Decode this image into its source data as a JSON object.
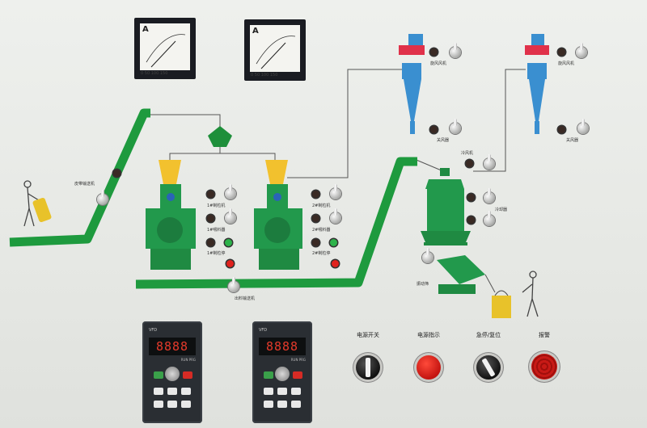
{
  "panel": {
    "meters": [
      {
        "unit": "A",
        "scale": "0  50  100  150"
      },
      {
        "unit": "A",
        "scale": "0  50  100  150"
      }
    ],
    "labels": {
      "feed_conveyor": "皮带输送机",
      "mill1_start": "1#制粒机",
      "mill1_feeder": "1#喂料器",
      "mill1_stop": "1#制粒停",
      "mill2_start": "2#制粒机",
      "mill2_feeder": "2#喂料器",
      "mill2_stop": "2#制粒停",
      "out_conveyor": "出料输送机",
      "fan1": "旋风风机",
      "fan1_lock": "关风器",
      "fan2": "旋风风机",
      "fan2_lock": "关风器",
      "cooler_fan": "冷风机",
      "cooler": "冷却器",
      "sieve": "振动筛"
    },
    "vfds": [
      {
        "display": "8888",
        "brand": "VFD",
        "mode": "RUN  PRG"
      },
      {
        "display": "8888",
        "brand": "VFD",
        "mode": "RUN  PRG"
      }
    ],
    "controls": {
      "power_switch": "电源开关",
      "power_indicator": "电源指示",
      "emergency": "急停/复位",
      "alarm": "报警"
    },
    "colors": {
      "conveyor": "#1e9a3e",
      "hopper": "#f2c12e",
      "machine": "#22994c",
      "cyclone": "#3a8fd0",
      "fan": "#e0314a"
    }
  }
}
